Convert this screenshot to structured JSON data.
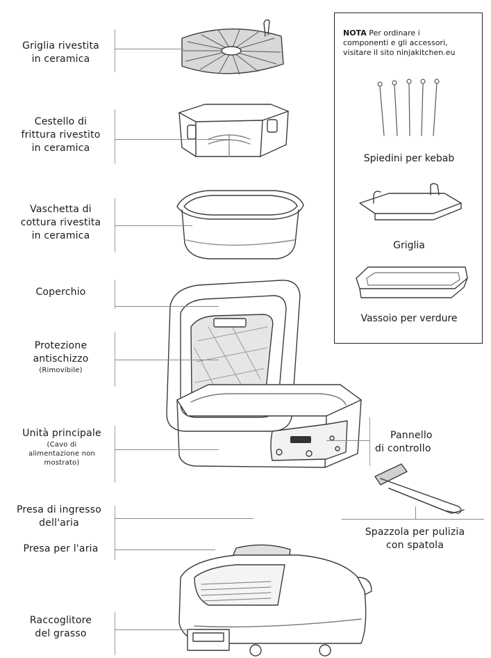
{
  "note": {
    "title": "NOTA",
    "text_line1": "Per ordinare i",
    "text_line2": "componenti e gli accessori,",
    "text_line3": "visitare il sito ninjakitchen.eu"
  },
  "labels": {
    "griglia_rivestita": [
      "Griglia rivestita",
      "in ceramica"
    ],
    "cestello": [
      "Cestello di",
      "frittura rivestito",
      "in ceramica"
    ],
    "vaschetta": [
      "Vaschetta di",
      "cottura rivestita",
      "in ceramica"
    ],
    "coperchio": [
      "Coperchio"
    ],
    "protezione": [
      "Protezione",
      "antischizzo"
    ],
    "protezione_sub": "(Rimovibile)",
    "unita": [
      "Unità principale"
    ],
    "unita_sub": [
      "(Cavo di",
      "alimentazione non",
      "mostrato)"
    ],
    "pannello": [
      "Pannello",
      "di controllo"
    ],
    "presa_ingresso": [
      "Presa di ingresso",
      "dell'aria"
    ],
    "presa_aria": [
      "Presa per l'aria"
    ],
    "raccoglitore": [
      "Raccoglitore",
      "del grasso"
    ],
    "spazzola": [
      "Spazzola per pulizia",
      "con spatola"
    ]
  },
  "accessories": {
    "spiedini": "Spiedini per kebab",
    "griglia": "Griglia",
    "vassoio": "Vassoio per verdure"
  },
  "colors": {
    "stroke": "#3a3a3a",
    "mesh": "#b8b8b8",
    "line": "#8a8a8a"
  }
}
